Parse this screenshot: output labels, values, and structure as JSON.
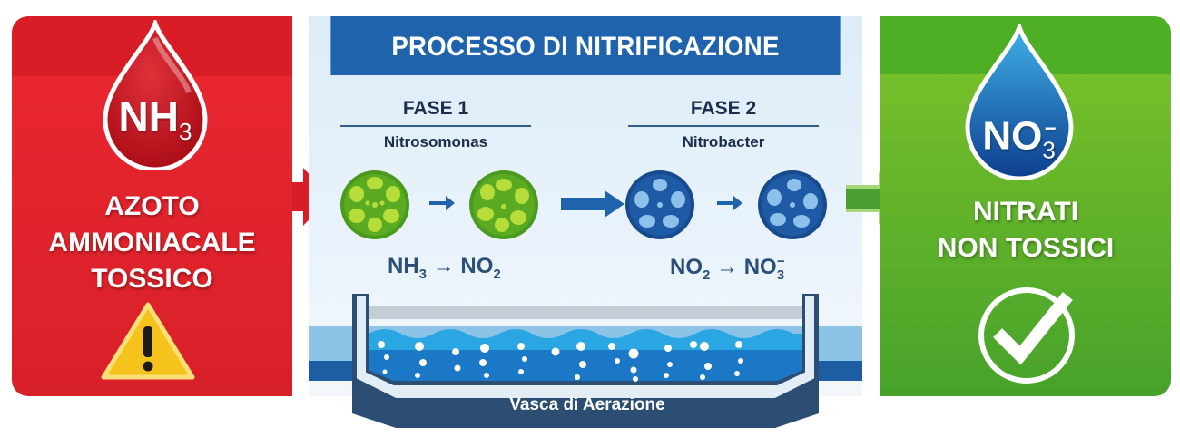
{
  "left_panel": {
    "chemical": "NH",
    "chemical_subscript": "3",
    "title_lines": [
      "AZOTO",
      "AMMONIACALE",
      "TOSSICO"
    ],
    "icon": "warning-icon",
    "color": "#e8262f"
  },
  "center_panel": {
    "title": "PROCESSO DI NITRIFICAZIONE",
    "header_color": "#1f63ad",
    "phases": [
      {
        "label": "FASE 1",
        "organism": "Nitrosomonas",
        "reaction": {
          "from": "NH",
          "from_sub": "3",
          "to": "NO",
          "to_sub": "2",
          "to_sup": ""
        },
        "bacteria_color": "#5aab22"
      },
      {
        "label": "FASE 2",
        "organism": "Nitrobacter",
        "reaction": {
          "from": "NO",
          "from_sub": "2",
          "to": "NO",
          "to_sub": "3",
          "to_sup": "−"
        },
        "bacteria_color": "#1f5aa6"
      }
    ],
    "tank_label": "Vasca di Aerazione"
  },
  "right_panel": {
    "chemical": "NO",
    "chemical_subscript": "3",
    "chemical_superscript": "−",
    "title_lines": [
      "NITRATI",
      "NON TOSSICI"
    ],
    "icon": "checkmark-circle-icon",
    "color": "#75bf2a"
  },
  "arrows": {
    "left_to_center_color": "#d91d27",
    "center_phase_color": "#1f63ad",
    "center_to_right_color": "#4faf24"
  }
}
